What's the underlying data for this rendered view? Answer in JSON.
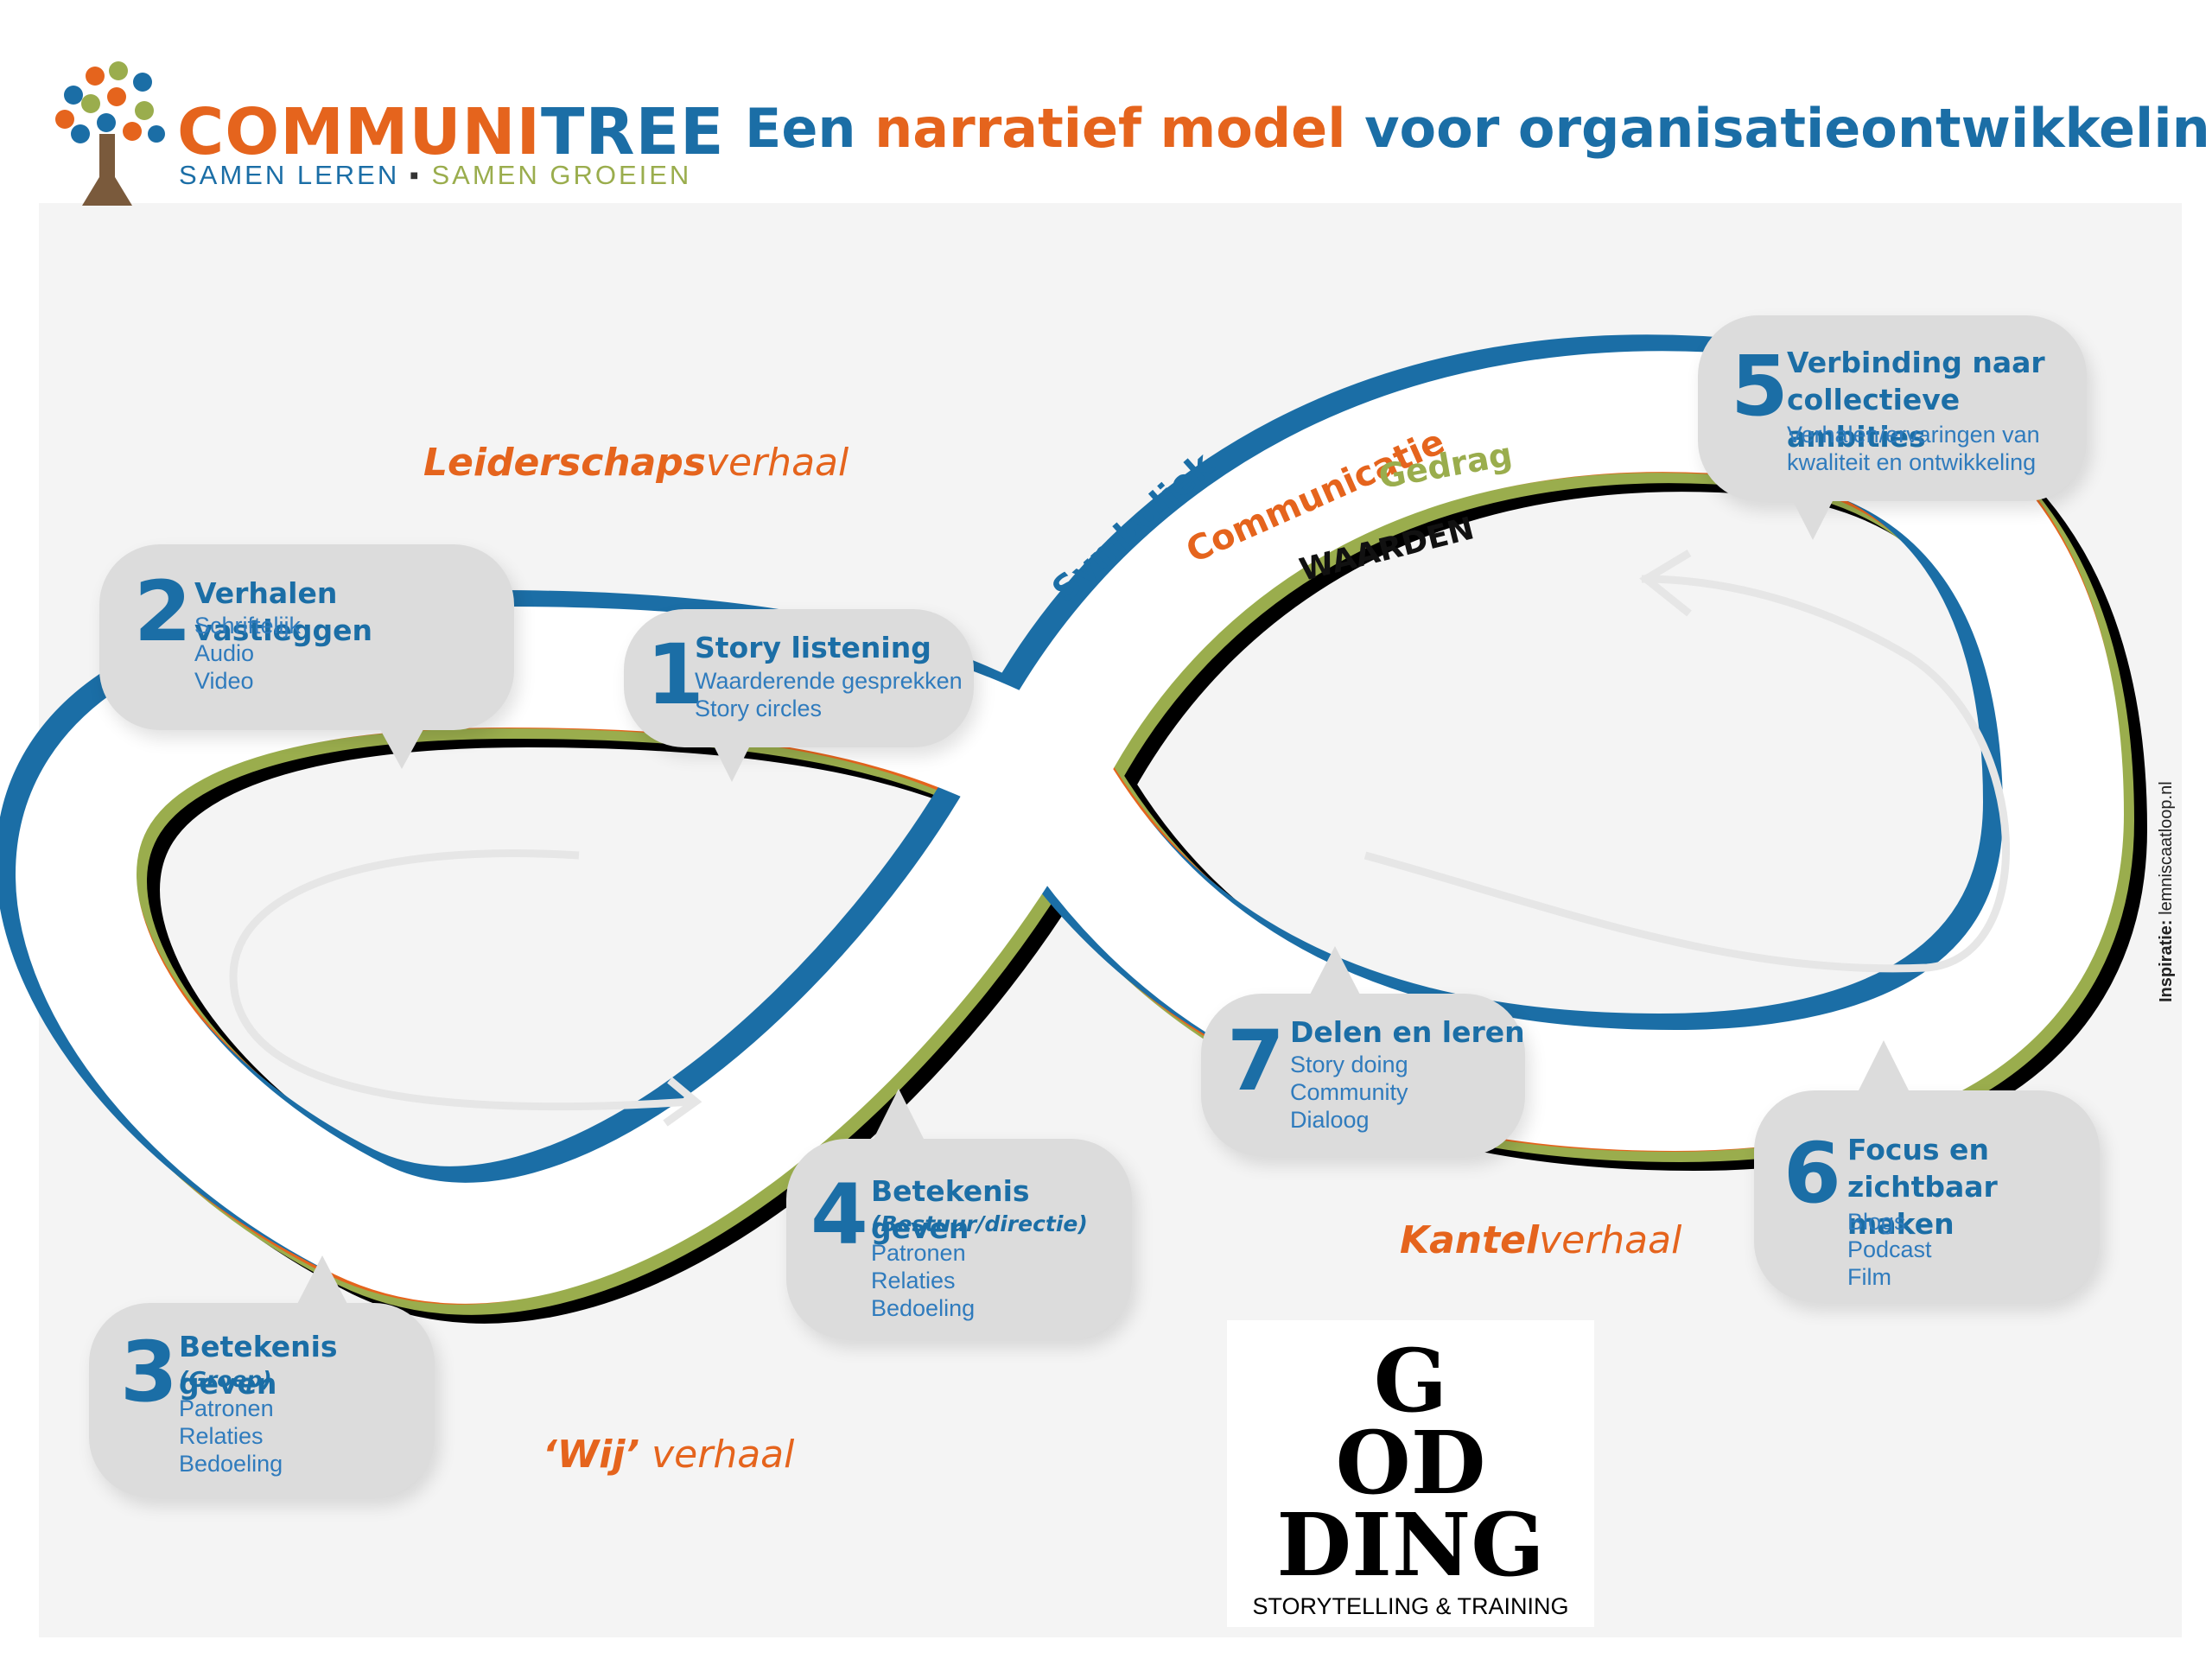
{
  "header": {
    "brand_name_part1": "COMMUNI",
    "brand_name_part2": "TREE",
    "tagline_part1": "SAMEN LEREN",
    "tagline_sep": "▪",
    "tagline_part2": "SAMEN GROEIEN",
    "title_part1": "Een ",
    "title_part2": "narratief model",
    "title_part3": " voor organisatieontwikkeling"
  },
  "loop_labels": {
    "symboliek": "Symboliek",
    "communicatie": "Communicatie",
    "gedrag": "Gedrag",
    "waarden": "WAARDEN"
  },
  "stories": {
    "leiderschap_bold": "Leiderschaps",
    "leiderschap_rest": "verhaal",
    "wij_bold": "‘Wij’",
    "wij_rest": " verhaal",
    "kantel_bold": "Kantel",
    "kantel_rest": "verhaal"
  },
  "steps": [
    {
      "number": "1",
      "title": "Story listening",
      "lines": [
        "Waarderende gesprekken",
        "Story circles"
      ]
    },
    {
      "number": "2",
      "title": "Verhalen vastleggen",
      "lines": [
        "Schriftelijk",
        "Audio",
        "Video"
      ]
    },
    {
      "number": "3",
      "title": "Betekenis geven",
      "subtitle": "(Groep)",
      "lines": [
        "Patronen",
        "Relaties",
        "Bedoeling"
      ]
    },
    {
      "number": "4",
      "title": "Betekenis geven",
      "subtitle": "(Bestuur/directie)",
      "lines": [
        "Patronen",
        "Relaties",
        "Bedoeling"
      ]
    },
    {
      "number": "5",
      "title_lines": [
        "Verbinding naar",
        "collectieve ambities"
      ],
      "lines": [
        "Verhalen/ervaringen van",
        "kwaliteit en ontwikkeling"
      ]
    },
    {
      "number": "6",
      "title_lines": [
        "Focus en",
        "zichtbaar maken"
      ],
      "lines": [
        "Blogs",
        "Podcast",
        "Film"
      ]
    },
    {
      "number": "7",
      "title": "Delen en leren",
      "lines": [
        "Story doing",
        "Community",
        "Dialoog"
      ]
    }
  ],
  "credit": {
    "label": "Inspiratie:",
    "source": " lemniscaatloop.nl"
  },
  "good_ding": {
    "line1": "G",
    "line2": "OD",
    "line3": "DING",
    "tagline": "STORYTELLING & TRAINING"
  },
  "colors": {
    "blue": "#1b6ea6",
    "orange": "#e5641d",
    "green": "#9aad4d",
    "black": "#000000",
    "bubble": "#dcdcdc"
  }
}
